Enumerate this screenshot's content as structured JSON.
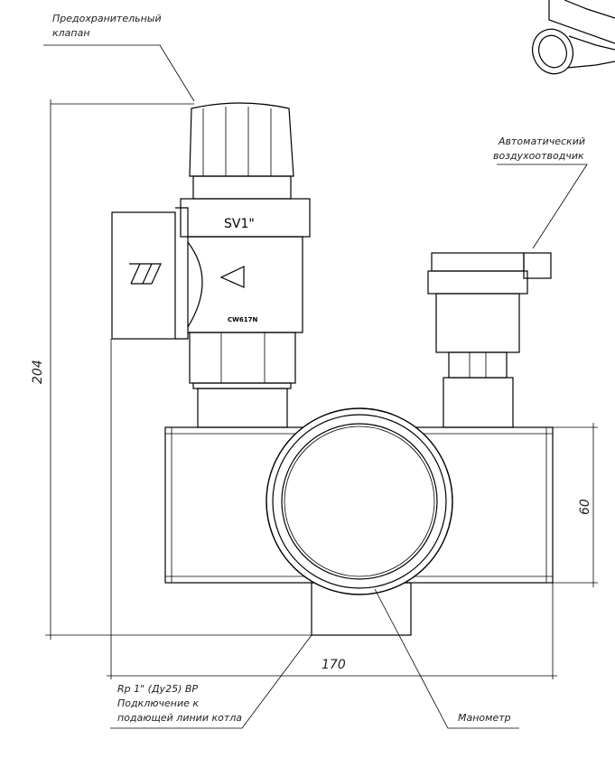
{
  "labels": {
    "safety_valve": [
      "Предохранительный",
      "клапан"
    ],
    "air_vent": [
      "Автоматический",
      "воздухоотводчик"
    ],
    "connection": [
      "Rp 1\" (Ду25) ВР",
      "Подключение к",
      "подающей линии котла"
    ],
    "gauge": "Манометр"
  },
  "markings": {
    "valve_model": "SV1\"",
    "material": "CW617N"
  },
  "dimensions": {
    "height": "204",
    "body_height": "60",
    "width": "170"
  }
}
